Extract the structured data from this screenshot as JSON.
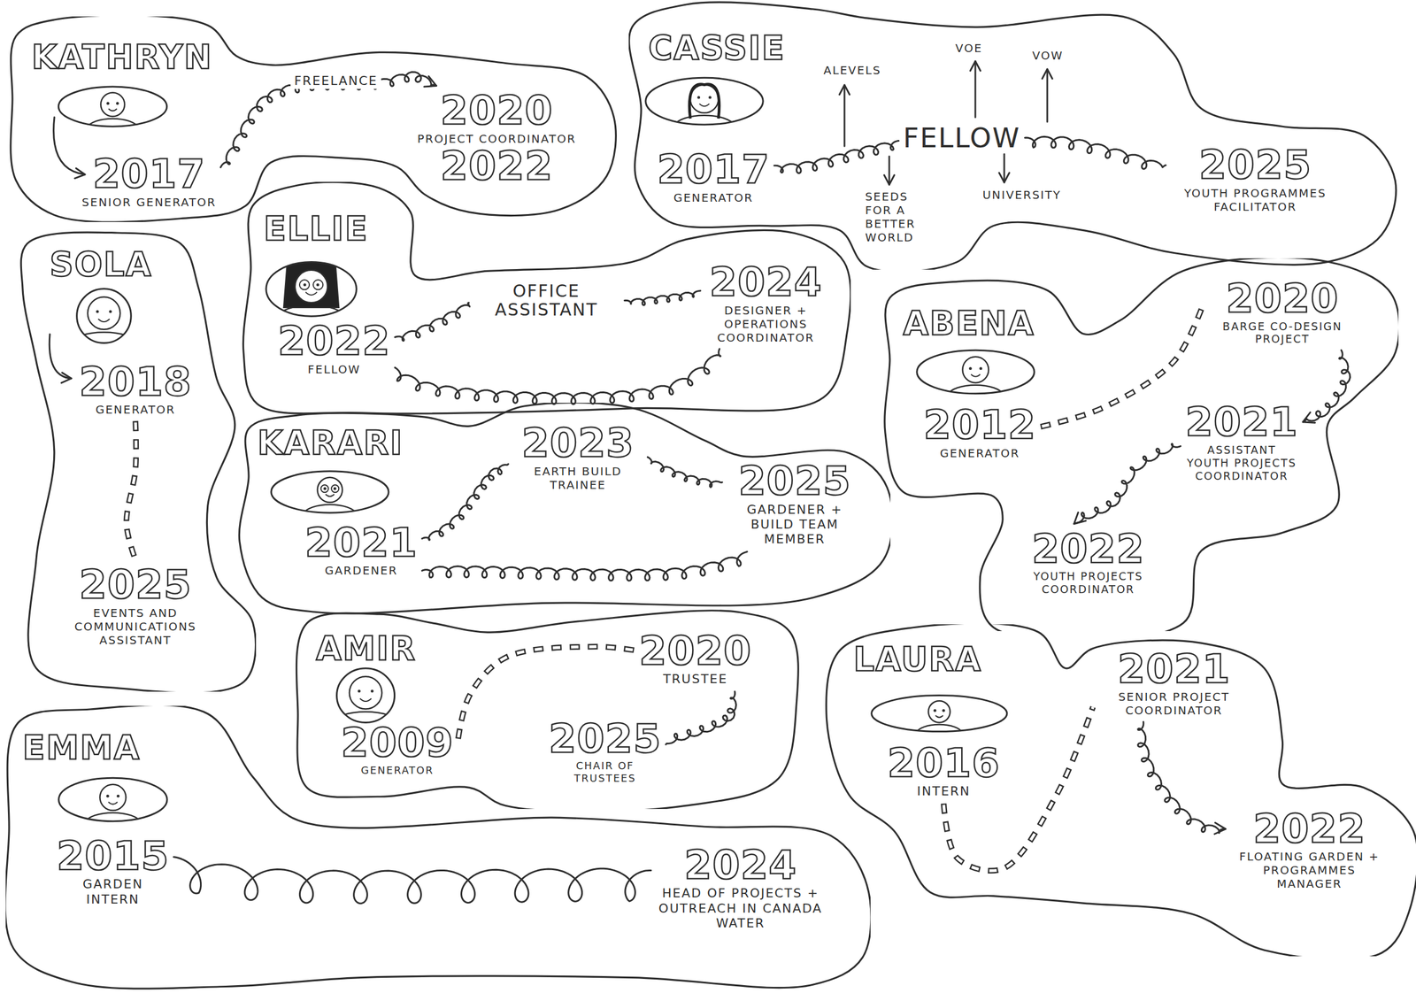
{
  "diagram": {
    "nodes": [
      {
        "text": [
          "KATHRYN"
        ]
      },
      {
        "text": [
          "2017",
          "SENIOR GENERATOR"
        ],
        "in": 0
      },
      {
        "text": [
          "2020",
          "PROJECT COORDINATOR",
          "2022"
        ],
        "in": 0
      },
      {
        "text": [
          "CASSIE"
        ]
      },
      {
        "text": [
          "2017",
          "GENERATOR"
        ],
        "in": 3
      },
      {
        "text": [
          "FELLOW"
        ],
        "in": 3
      },
      {
        "text": [
          "2025",
          "YOUTH PROGRAMMES FACILITATOR"
        ],
        "in": 3
      },
      {
        "text": [
          "SOLA"
        ]
      },
      {
        "text": [
          "2018",
          "GENERATOR"
        ],
        "in": 7
      },
      {
        "text": [
          "2025",
          "EVENTS AND COMMUNICATIONS ASSISTANT"
        ],
        "in": 7
      },
      {
        "text": [
          "ELLIE"
        ]
      },
      {
        "text": [
          "2022",
          "FELLOW"
        ],
        "in": 10
      },
      {
        "text": [
          "OFFICE ASSISTANT"
        ],
        "in": 10
      },
      {
        "text": [
          "2024",
          "DESIGNER + OPERATIONS COORDINATOR"
        ],
        "in": 10
      },
      {
        "text": [
          "ABENA"
        ]
      },
      {
        "text": [
          "2012",
          "GENERATOR"
        ],
        "in": 14
      },
      {
        "text": [
          "2020",
          "BARGE CO-DESIGN PROJECT"
        ],
        "in": 14
      },
      {
        "text": [
          "2021",
          "ASSISTANT YOUTH PROJECTS COORDINATOR"
        ],
        "in": 14
      },
      {
        "text": [
          "2022",
          "YOUTH PROJECTS COORDINATOR"
        ],
        "in": 14
      },
      {
        "text": [
          "KARARI"
        ]
      },
      {
        "text": [
          "2021",
          "GARDENER"
        ],
        "in": 19
      },
      {
        "text": [
          "2023",
          "EARTH BUILD TRAINEE"
        ],
        "in": 19
      },
      {
        "text": [
          "2025",
          "GARDENER + BUILD TEAM MEMBER"
        ],
        "in": 19
      },
      {
        "text": [
          "AMIR"
        ]
      },
      {
        "text": [
          "2009",
          "GENERATOR"
        ],
        "in": 23
      },
      {
        "text": [
          "2020",
          "TRUSTEE"
        ],
        "in": 23
      },
      {
        "text": [
          "2025",
          "CHAIR OF TRUSTEES"
        ],
        "in": 23
      },
      {
        "text": [
          "LAURA"
        ]
      },
      {
        "text": [
          "2016",
          "INTERN"
        ],
        "in": 27
      },
      {
        "text": [
          "2021",
          "SENIOR PROJECT COORDINATOR"
        ],
        "in": 27
      },
      {
        "text": [
          "2022",
          "FLOATING GARDEN + PROGRAMMES MANAGER"
        ],
        "in": 27
      },
      {
        "text": [
          "EMMA"
        ]
      },
      {
        "text": [
          "2015",
          "GARDEN INTERN"
        ],
        "in": 31
      },
      {
        "text": [
          "2024",
          "HEAD OF PROJECTS + OUTREACH IN CANADA WATER"
        ],
        "in": 31
      }
    ],
    "edges": [
      {
        "from": 1,
        "to": 2,
        "label": "FREELANCE",
        "arrow": "to"
      },
      {
        "from": 4,
        "to": 5,
        "arrow": "none"
      },
      {
        "from": 5,
        "to": 6,
        "arrow": "none"
      },
      {
        "from": 8,
        "to": 9,
        "arrow": "none"
      },
      {
        "from": 11,
        "to": 12,
        "arrow": "none"
      },
      {
        "from": 12,
        "to": 13,
        "arrow": "none"
      },
      {
        "from": 11,
        "to": 13,
        "arrow": "none"
      },
      {
        "from": 15,
        "to": 16,
        "arrow": "none"
      },
      {
        "from": 16,
        "to": 17,
        "arrow": "to"
      },
      {
        "from": 17,
        "to": 18,
        "arrow": "to"
      },
      {
        "from": 20,
        "to": 21,
        "arrow": "none"
      },
      {
        "from": 21,
        "to": 22,
        "arrow": "none"
      },
      {
        "from": 20,
        "to": 22,
        "arrow": "none"
      },
      {
        "from": 24,
        "to": 25,
        "arrow": "none"
      },
      {
        "from": 25,
        "to": 26,
        "arrow": "none"
      },
      {
        "from": 28,
        "to": 29,
        "arrow": "none"
      },
      {
        "from": 29,
        "to": 30,
        "arrow": "to"
      },
      {
        "from": 32,
        "to": 33,
        "arrow": "none"
      }
    ],
    "labels": [
      "ALEVELS",
      "VOE",
      "VOW",
      "SEEDS FOR A BETTER WORLD",
      "UNIVERSITY"
    ]
  }
}
